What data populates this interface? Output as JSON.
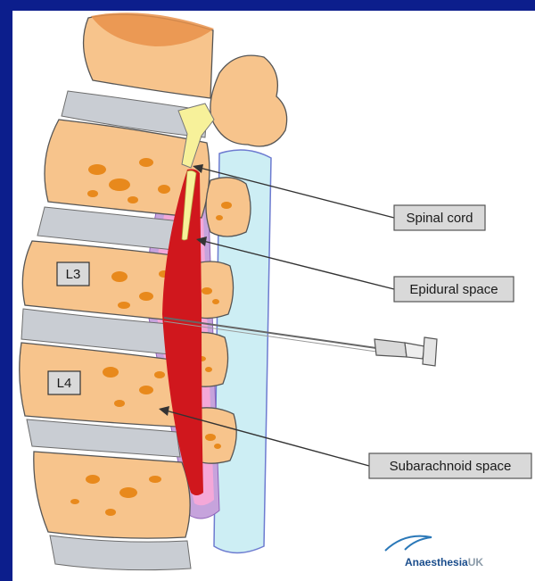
{
  "vertebra_labels": {
    "upper": "L3",
    "lower": "L4"
  },
  "annotations": {
    "spinal_cord": "Spinal cord",
    "epidural_space": "Epidural space",
    "subarachnoid_space": "Subarachnoid space"
  },
  "logo": {
    "name": "Anaesthesia",
    "suffix": "UK"
  },
  "colors": {
    "frame": "#0c1e8c",
    "bone": "#f7c48c",
    "bone_spots": "#e8891c",
    "disc": "#c9cdd3",
    "cord": "#f7f19a",
    "csf": "#d0171d",
    "epidural": "#f4a8d8",
    "dura": "#c6a3dc",
    "ligament": "#cdeef4"
  }
}
